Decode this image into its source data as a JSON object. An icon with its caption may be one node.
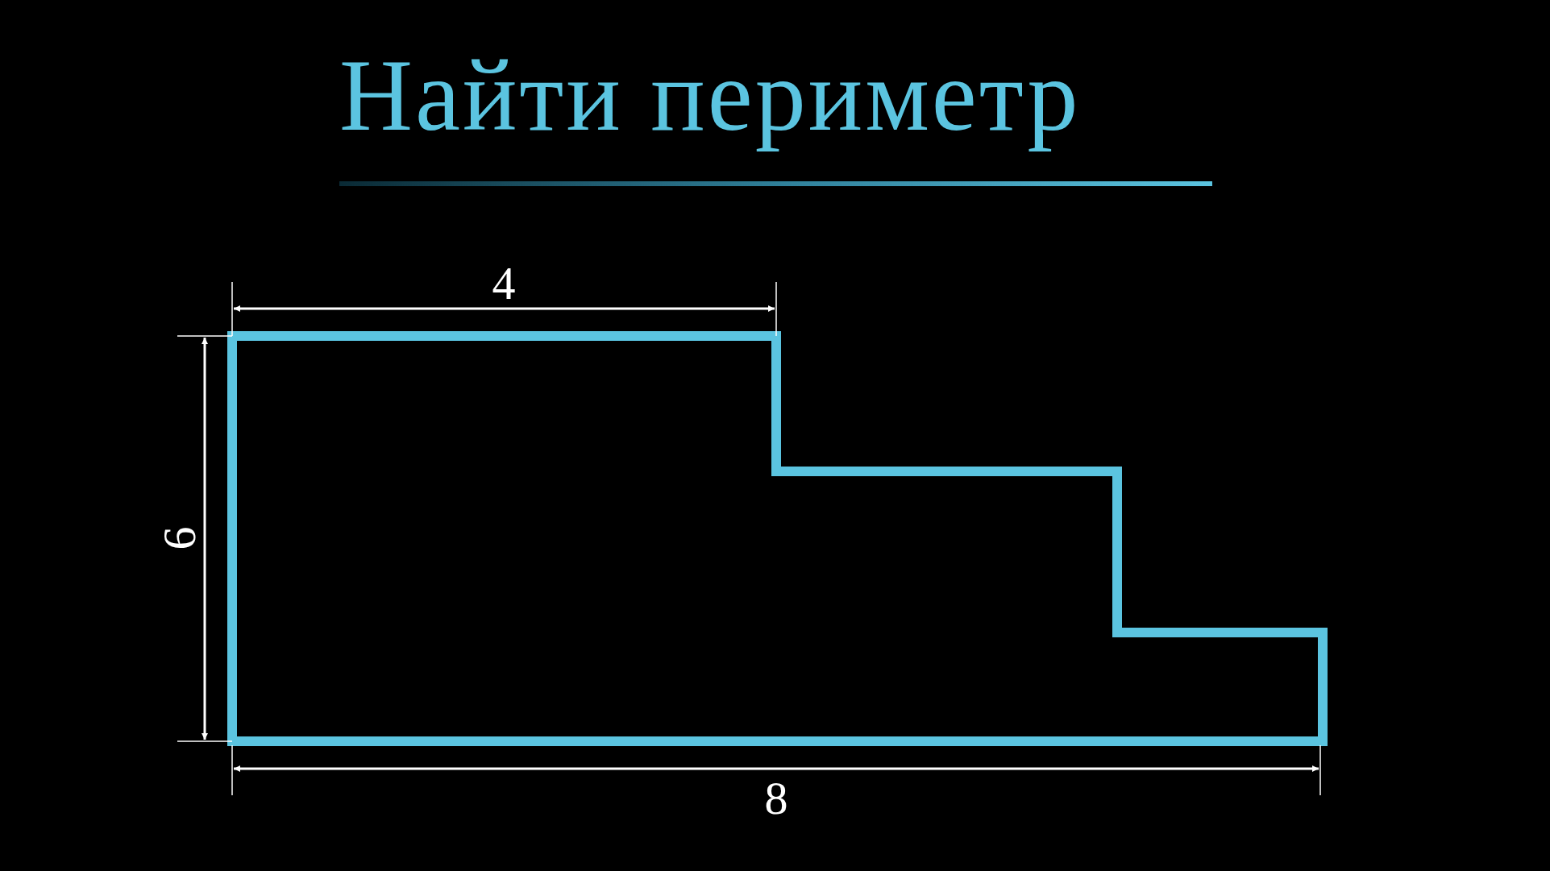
{
  "diagram": {
    "title": "Найти периметр",
    "labels": [
      "4",
      "6",
      "8"
    ]
  }
}
